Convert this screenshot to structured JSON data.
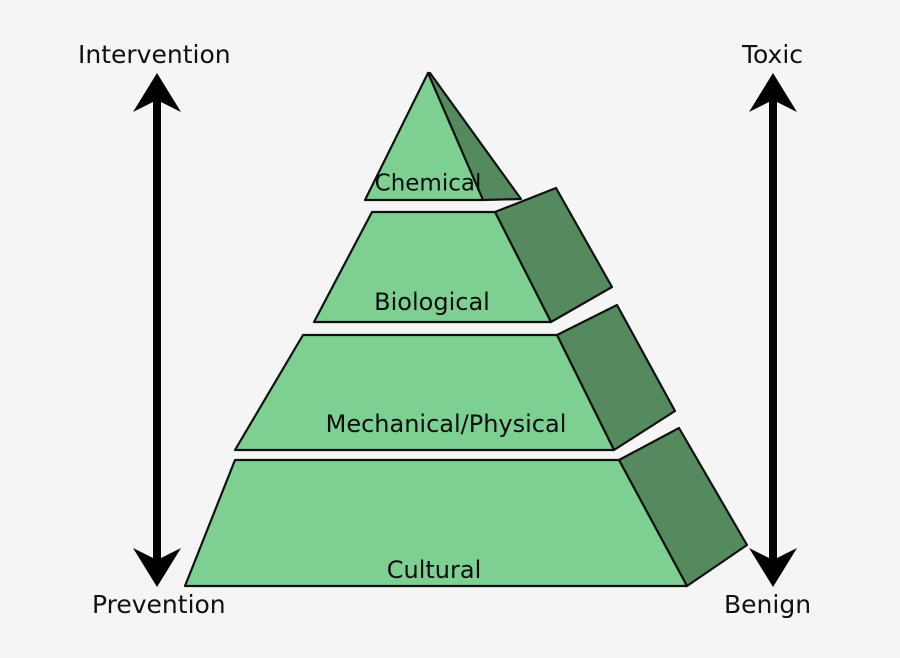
{
  "diagram": {
    "title": "Pest management hierarchy pyramid",
    "background_color": "#f5f5f5",
    "front_face_color": "#7ed092",
    "side_face_color": "#558a5e",
    "outline_color": "#111111",
    "gap_color": "#f5f5f5"
  },
  "left_axis": {
    "name": "intervention-prevention-axis",
    "top_label": "Intervention",
    "bottom_label": "Prevention",
    "color": "#000000"
  },
  "right_axis": {
    "name": "toxic-benign-axis",
    "top_label": "Toxic",
    "bottom_label": "Benign",
    "color": "#000000"
  },
  "pyramid": {
    "tiers": [
      {
        "id": "chemical",
        "label": "Chemical",
        "level": 1
      },
      {
        "id": "biological",
        "label": "Biological",
        "level": 2
      },
      {
        "id": "mechanical",
        "label": "Mechanical/Physical",
        "level": 3
      },
      {
        "id": "cultural",
        "label": "Cultural",
        "level": 4
      }
    ]
  }
}
